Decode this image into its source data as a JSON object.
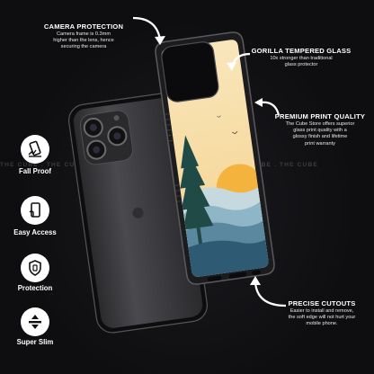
{
  "callouts": {
    "camera": {
      "title": "CAMERA PROTECTION",
      "desc_lines": [
        "Camera frame is 0.3mm",
        "higher than the lens, hence",
        "securing the camera"
      ]
    },
    "gorilla": {
      "title": "GORILLA TEMPERED GLASS",
      "desc_lines": [
        "10x stronger than traditional",
        "glass protector"
      ]
    },
    "print": {
      "title": "PREMIUM PRINT QUALITY",
      "desc_lines": [
        "The Cube Store offers superior",
        "glass print quality with a",
        "glossy finish and lifetime",
        "print warranty"
      ]
    },
    "cutouts": {
      "title": "PRECISE CUTOUTS",
      "desc_lines": [
        "Easier to install and remove,",
        "the soft edge will not hurt your",
        "mobile phone."
      ]
    }
  },
  "features": [
    {
      "label": "Fall Proof",
      "icon": "fall-proof-icon"
    },
    {
      "label": "Easy Access",
      "icon": "easy-access-icon"
    },
    {
      "label": "Protection",
      "icon": "protection-shield-icon"
    },
    {
      "label": "Super Slim",
      "icon": "super-slim-icon"
    }
  ],
  "watermark": "THE CUBE  .  THE CUBE  .  THE CUBE  .  THE CUBE  .  THE CUBE  .  THE CUBE  .  THE CUBE",
  "colors": {
    "background": "#0e0e10",
    "case_frame": "#1c1c1f",
    "phone_body": "#3a3a3d",
    "art_sky": "#f7dfa8",
    "art_sun": "#f3b33d",
    "art_hills": [
      "#b7cfd8",
      "#7fa9bd",
      "#4f7d97",
      "#2c5470"
    ],
    "art_tree": "#1f4a45"
  }
}
